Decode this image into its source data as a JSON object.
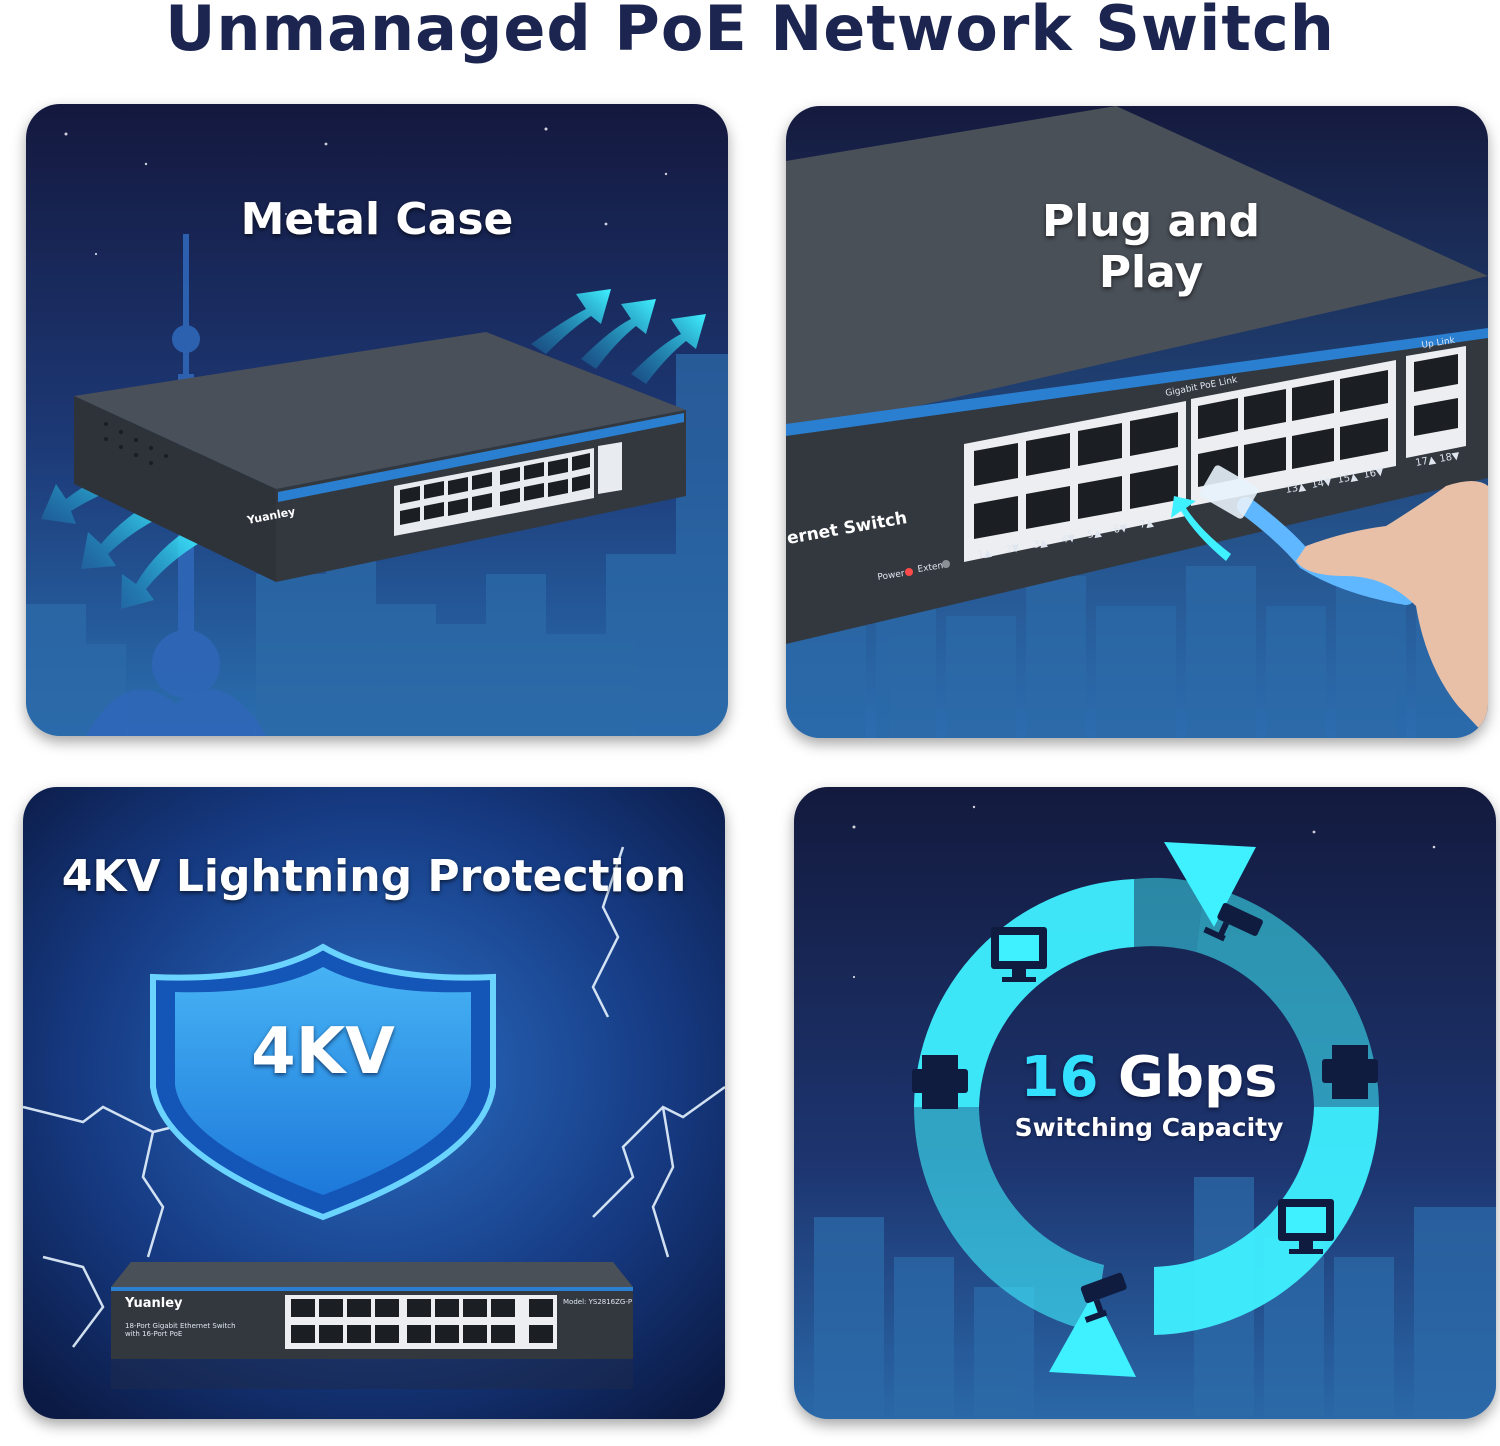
{
  "page": {
    "title": "Unmanaged PoE Network Switch"
  },
  "panels": [
    {
      "title": "Metal Case"
    },
    {
      "title": "Plug and Play"
    },
    {
      "title": "4KV Lightning Protection",
      "badge": "4KV"
    },
    {
      "value_number": "16",
      "value_unit": "Gbps",
      "label": "Switching Capacity"
    }
  ],
  "device": {
    "brand": "Yuanley",
    "description_line1": "18-Port Gigabit Ethernet Switch",
    "description_line2": "with 16-Port PoE",
    "model": "Model: YS2816ZG-P",
    "port_group_label": "Gigabit PoE Link",
    "uplink_label": "Up Link",
    "power_label": "Power",
    "extend_label": "Extend",
    "panel2_partial_text": "ernet Switch",
    "port_labels_bottom": [
      "1▲",
      "2▼",
      "3▲",
      "4▼",
      "5▲",
      "6▼",
      "7▲"
    ],
    "port_labels_top": [
      "13▲",
      "14▼",
      "15▲",
      "16▼"
    ],
    "uplink_ports": [
      "17▲",
      "18▼"
    ]
  },
  "colors": {
    "title": "#1b2550",
    "night_sky": "#16204a",
    "accent_cyan": "#33e0ff",
    "switch_body": "#3a4048",
    "switch_trim": "#2a7fd0"
  },
  "icons": [
    "airflow-arrow-icon",
    "shield-icon",
    "monitor-icon",
    "camera-icon",
    "printer-icon",
    "ethernet-cable-icon",
    "hand-icon",
    "lightning-icon"
  ]
}
